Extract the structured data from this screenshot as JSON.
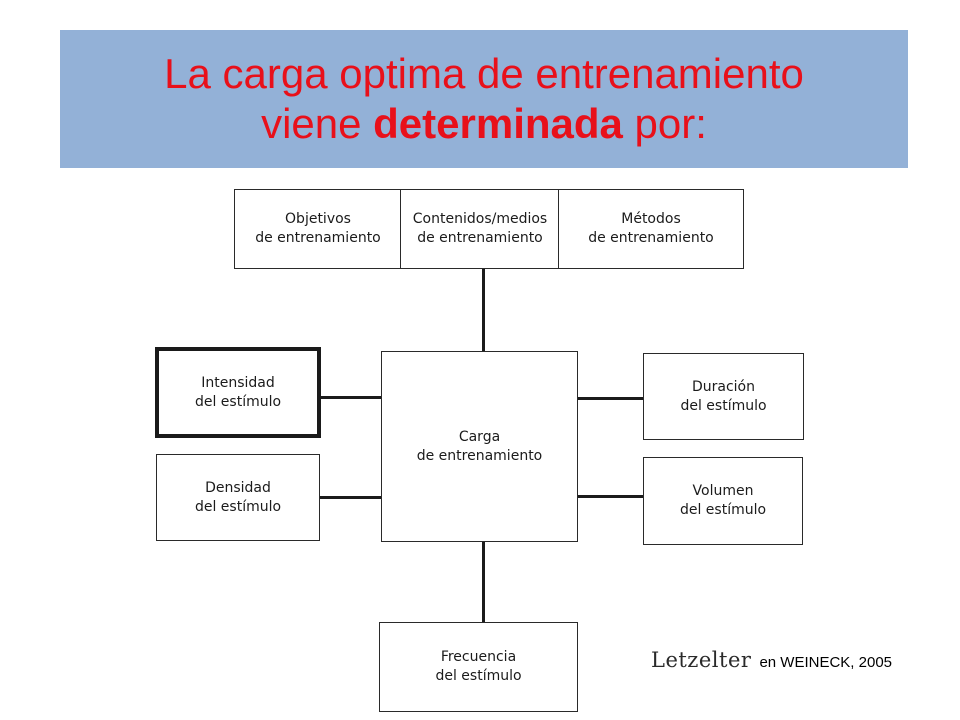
{
  "header": {
    "title_line1": "La carga optima de entrenamiento",
    "title_line2_pre": "viene ",
    "title_line2_bold": "determinada",
    "title_line2_post": " por:"
  },
  "diagram": {
    "top_row": [
      {
        "line1": "Objetivos",
        "line2": "de entrenamiento"
      },
      {
        "line1": "Contenidos/medios",
        "line2": "de entrenamiento"
      },
      {
        "line1": "Métodos",
        "line2": "de entrenamiento"
      }
    ],
    "center": {
      "line1": "Carga",
      "line2": "de entrenamiento"
    },
    "left": [
      {
        "line1": "Intensidad",
        "line2": "del estímulo"
      },
      {
        "line1": "Densidad",
        "line2": "del estímulo"
      }
    ],
    "right": [
      {
        "line1": "Duración",
        "line2": "del estímulo"
      },
      {
        "line1": "Volumen",
        "line2": "del estímulo"
      }
    ],
    "bottom": {
      "line1": "Frecuencia",
      "line2": "del estímulo"
    }
  },
  "credit": {
    "author": "Letzelter",
    "source": "en WEINECK, 2005"
  }
}
